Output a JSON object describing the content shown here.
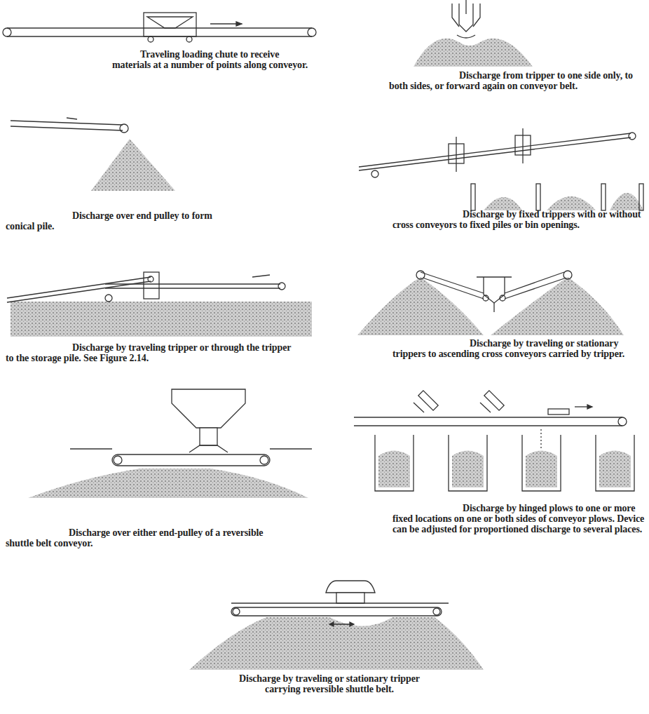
{
  "diagram": {
    "labels": [
      "Traveling loading chute to receive materials at a number of points along conveyor.",
      "Discharge from tripper to one side only, to both sides, or forward again on conveyor belt.",
      "Discharge over end pulley to form conical pile.",
      "Discharge by fixed trippers with or without cross conveyors to fixed piles or bin openings.",
      "Discharge by traveling tripper or through the tripper to the storage pile. See Figure 2.14.",
      "Discharge by traveling or stationary trippers to ascending cross conveyors carried by tripper.",
      "Discharge by hinged plows to one or more fixed locations on one or both sides of conveyor plows. Device can be adjusted for proportioned discharge to several places.",
      "Discharge over either end-pulley of a reversible shuttle belt conveyor.",
      "Discharge by traveling or stationary tripper carrying reversible shuttle belt."
    ]
  }
}
